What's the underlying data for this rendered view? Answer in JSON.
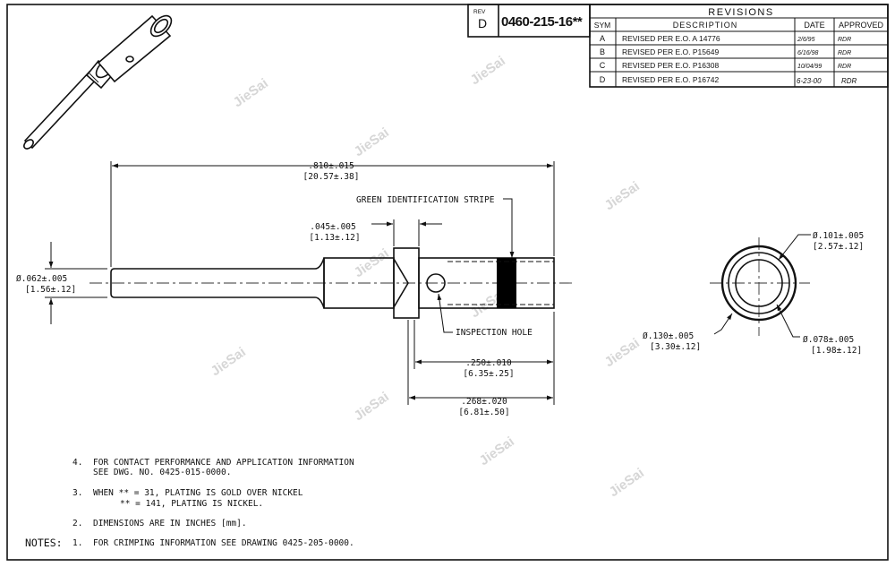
{
  "title_block": {
    "rev_label": "REV",
    "rev_value": "D",
    "part_number": "0460-215-16**"
  },
  "revisions": {
    "title": "REVISIONS",
    "headers": [
      "SYM",
      "DESCRIPTION",
      "DATE",
      "APPROVED"
    ],
    "rows": [
      {
        "sym": "A",
        "description": "REVISED PER E.O. A 14776",
        "date": "2/6/95",
        "approved": "RDR"
      },
      {
        "sym": "B",
        "description": "REVISED PER E.O. P15649",
        "date": "6/16/98",
        "approved": "RDR"
      },
      {
        "sym": "C",
        "description": "REVISED PER E.O. P16308",
        "date": "10/04/99",
        "approved": "RDR"
      },
      {
        "sym": "D",
        "description": "REVISED PER E.O. P16742",
        "date": "6-23-00",
        "approved": "RDR"
      }
    ]
  },
  "dimensions": {
    "overall_length": [
      ".810±.015",
      "[20.57±.38]"
    ],
    "shoulder_width": [
      ".045±.005",
      "[1.13±.12]"
    ],
    "pin_diameter": [
      "Ø.062±.005",
      "[1.56±.12]"
    ],
    "hole_to_end": [
      ".250±.010",
      "[6.35±.25]"
    ],
    "shoulder_to_end": [
      ".268±.020",
      "[6.81±.50]"
    ],
    "outer_diameter": [
      "Ø.130±.005",
      "[3.30±.12]"
    ],
    "bore_diameter_a": [
      "Ø.101±.005",
      "[2.57±.12]"
    ],
    "bore_diameter_b": [
      "Ø.078±.005",
      "[1.98±.12]"
    ]
  },
  "callouts": {
    "stripe": "GREEN IDENTIFICATION STRIPE",
    "inspection_hole": "INSPECTION HOLE"
  },
  "notes": {
    "label": "NOTES:",
    "items": [
      {
        "num": "4.",
        "lines": [
          "FOR CONTACT PERFORMANCE AND APPLICATION INFORMATION",
          "SEE DWG. NO. 0425-015-0000."
        ]
      },
      {
        "num": "3.",
        "lines": [
          "WHEN ** = 31, PLATING IS GOLD OVER NICKEL",
          "** = 141, PLATING IS NICKEL."
        ]
      },
      {
        "num": "2.",
        "lines": [
          "DIMENSIONS ARE IN INCHES [mm]."
        ]
      },
      {
        "num": "1.",
        "lines": [
          "FOR CRIMPING INFORMATION SEE DRAWING 0425-205-0000."
        ]
      }
    ]
  },
  "watermark": "JieSai",
  "colors": {
    "ink": "#111111",
    "watermark": "#d6d6d6",
    "stripe": "#000000"
  }
}
